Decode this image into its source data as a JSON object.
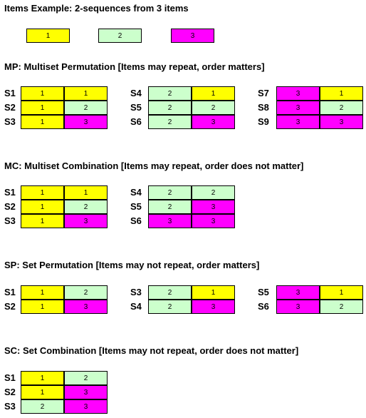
{
  "colors": {
    "1": "#ffff00",
    "2": "#ccffcc",
    "3": "#ff00ff"
  },
  "example": {
    "title": "Items Example: 2-sequences from 3 items",
    "items": [
      "1",
      "2",
      "3"
    ]
  },
  "sections": [
    {
      "title": "MP: Multiset Permutation [Items may repeat, order matters]",
      "columns": [
        [
          [
            "S1",
            "1",
            "1"
          ],
          [
            "S2",
            "1",
            "2"
          ],
          [
            "S3",
            "1",
            "3"
          ]
        ],
        [
          [
            "S4",
            "2",
            "1"
          ],
          [
            "S5",
            "2",
            "2"
          ],
          [
            "S6",
            "2",
            "3"
          ]
        ],
        [
          [
            "S7",
            "3",
            "1"
          ],
          [
            "S8",
            "3",
            "2"
          ],
          [
            "S9",
            "3",
            "3"
          ]
        ]
      ]
    },
    {
      "title": "MC: Multiset Combination [Items may repeat, order does not matter]",
      "columns": [
        [
          [
            "S1",
            "1",
            "1"
          ],
          [
            "S2",
            "1",
            "2"
          ],
          [
            "S3",
            "1",
            "3"
          ]
        ],
        [
          [
            "S4",
            "2",
            "2"
          ],
          [
            "S5",
            "2",
            "3"
          ],
          [
            "S6",
            "3",
            "3"
          ]
        ]
      ]
    },
    {
      "title": "SP: Set Permutation [Items may not repeat, order matters]",
      "columns": [
        [
          [
            "S1",
            "1",
            "2"
          ],
          [
            "S2",
            "1",
            "3"
          ]
        ],
        [
          [
            "S3",
            "2",
            "1"
          ],
          [
            "S4",
            "2",
            "3"
          ]
        ],
        [
          [
            "S5",
            "3",
            "1"
          ],
          [
            "S6",
            "3",
            "2"
          ]
        ]
      ]
    },
    {
      "title": "SC: Set Combination [Items may not repeat, order does not matter]",
      "columns": [
        [
          [
            "S1",
            "1",
            "2"
          ],
          [
            "S2",
            "1",
            "3"
          ],
          [
            "S3",
            "2",
            "3"
          ]
        ]
      ]
    }
  ]
}
